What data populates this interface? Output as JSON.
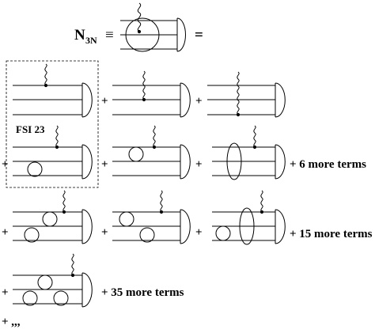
{
  "title": {
    "symbol": "N",
    "subscript": "3N",
    "equiv": "≡",
    "equals": "="
  },
  "operators": {
    "plus": "+",
    "comma_dots": "+ ,,,"
  },
  "label_fsi": "FSI 23",
  "more_terms": [
    "+ 6 more terms",
    "+ 15 more terms",
    "+ 35 more terms"
  ]
}
